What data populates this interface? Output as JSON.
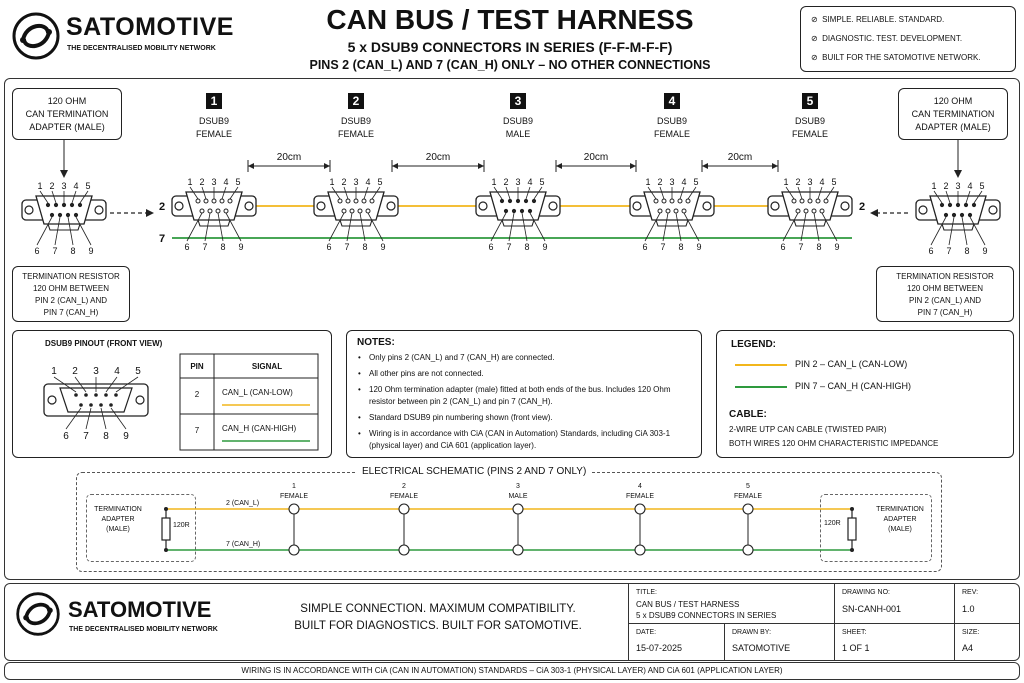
{
  "brand": {
    "name": "SATOMOTIVE",
    "tagline": "THE DECENTRALISED MOBILITY NETWORK"
  },
  "header": {
    "title": "CAN BUS / TEST HARNESS",
    "subtitle": "5 x DSUB9 CONNECTORS IN SERIES (F-F-M-F-F)",
    "subtitle2": "PINS 2 (CAN_L) AND 7 (CAN_H) ONLY – NO OTHER CONNECTIONS",
    "features": [
      "SIMPLE. RELIABLE. STANDARD.",
      "DIAGNOSTIC. TEST. DEVELOPMENT.",
      "BUILT FOR THE SATOMOTIVE NETWORK."
    ]
  },
  "termination": {
    "left_label": [
      "120 OHM",
      "CAN TERMINATION",
      "ADAPTER (MALE)"
    ],
    "right_label": [
      "120 OHM",
      "CAN TERMINATION",
      "ADAPTER (MALE)"
    ],
    "left_note": [
      "TERMINATION RESISTOR",
      "120 OHM BETWEEN",
      "PIN 2 (CAN_L) AND",
      "PIN 7 (CAN_H)"
    ],
    "right_note": [
      "TERMINATION RESISTOR",
      "120 OHM BETWEEN",
      "PIN 2 (CAN_L) AND",
      "PIN 7 (CAN_H)"
    ]
  },
  "connectors": [
    {
      "num": "1",
      "type": "DSUB9",
      "gender": "FEMALE"
    },
    {
      "num": "2",
      "type": "DSUB9",
      "gender": "FEMALE"
    },
    {
      "num": "3",
      "type": "DSUB9",
      "gender": "MALE"
    },
    {
      "num": "4",
      "type": "DSUB9",
      "gender": "FEMALE"
    },
    {
      "num": "5",
      "type": "DSUB9",
      "gender": "FEMALE"
    }
  ],
  "spacing_label": "20cm",
  "pin_labels": {
    "top": [
      "1",
      "2",
      "3",
      "4",
      "5"
    ],
    "bottom": [
      "6",
      "7",
      "8",
      "9"
    ]
  },
  "line_labels": {
    "can_l": "2",
    "can_h": "7"
  },
  "pinout": {
    "title": "DSUB9 PINOUT (FRONT VIEW)",
    "headers": [
      "PIN",
      "SIGNAL"
    ],
    "rows": [
      {
        "pin": "2",
        "signal": "CAN_L (CAN-LOW)"
      },
      {
        "pin": "7",
        "signal": "CAN_H (CAN-HIGH)"
      }
    ]
  },
  "notes": {
    "title": "NOTES:",
    "items": [
      "Only pins 2 (CAN_L) and 7 (CAN_H) are connected.",
      "All other pins are not connected.",
      "120 Ohm termination adapter (male) fitted at both ends of the bus. Includes 120 Ohm resistor between pin 2 (CAN_L) and pin 7 (CAN_H).",
      "Standard DSUB9 pin numbering shown (front view).",
      "Wiring is in accordance with CiA (CAN in Automation) Standards, including CiA 303-1 (physical layer) and CiA 601 (application layer)."
    ]
  },
  "legend": {
    "title": "LEGEND:",
    "can_l": "PIN 2 – CAN_L (CAN-LOW)",
    "can_h": "PIN 7 – CAN_H (CAN-HIGH)",
    "cable_title": "CABLE:",
    "cable_lines": [
      "2-WIRE UTP CAN CABLE (TWISTED PAIR)",
      "BOTH WIRES 120 OHM CHARACTERISTIC IMPEDANCE"
    ]
  },
  "schematic": {
    "title": "ELECTRICAL SCHEMATIC (PINS 2 AND 7 ONLY)",
    "can_l_label": "2 (CAN_L)",
    "can_h_label": "7 (CAN_H)",
    "resistor": "120R",
    "term_left": [
      "TERMINATION",
      "ADAPTER",
      "(MALE)"
    ],
    "term_right": [
      "TERMINATION",
      "ADAPTER",
      "(MALE)"
    ],
    "nodes": [
      {
        "num": "1",
        "gender": "FEMALE"
      },
      {
        "num": "2",
        "gender": "FEMALE"
      },
      {
        "num": "3",
        "gender": "MALE"
      },
      {
        "num": "4",
        "gender": "FEMALE"
      },
      {
        "num": "5",
        "gender": "FEMALE"
      }
    ]
  },
  "footer": {
    "slogan1": "SIMPLE CONNECTION. MAXIMUM COMPATIBILITY.",
    "slogan2": "BUILT FOR DIAGNOSTICS. BUILT FOR SATOMOTIVE.",
    "title_label": "TITLE:",
    "title_value1": "CAN BUS / TEST HARNESS",
    "title_value2": "5 x DSUB9 CONNECTORS IN SERIES",
    "drawing_label": "DRAWING NO:",
    "drawing_value": "SN-CANH-001",
    "rev_label": "REV:",
    "rev_value": "1.0",
    "date_label": "DATE:",
    "date_value": "15-07-2025",
    "drawn_label": "DRAWN BY:",
    "drawn_value": "SATOMOTIVE",
    "sheet_label": "SHEET:",
    "sheet_value": "1 OF 1",
    "size_label": "SIZE:",
    "size_value": "A4",
    "standards": "WIRING IS IN ACCORDANCE WITH CiA (CAN IN AUTOMATION) STANDARDS – CiA 303-1 (PHYSICAL LAYER) AND CiA 601 (APPLICATION LAYER)"
  },
  "colors": {
    "can_l": "#f2b61b",
    "can_h": "#2e9a3e",
    "line": "#222222"
  }
}
